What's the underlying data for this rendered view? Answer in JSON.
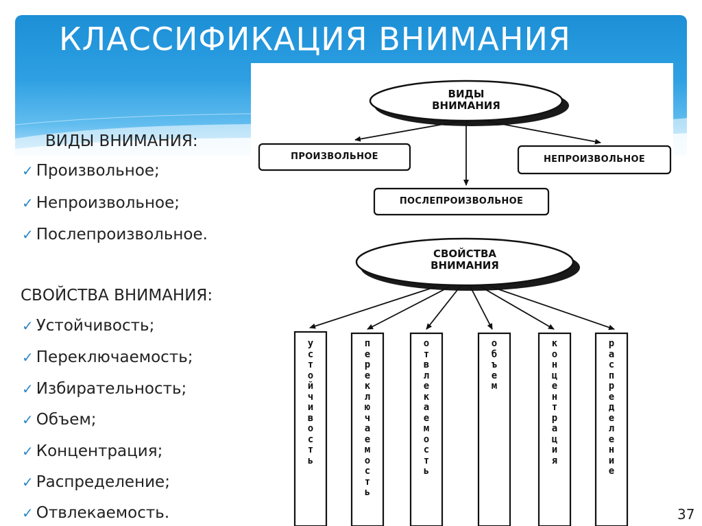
{
  "title": "КЛАССИФИКАЦИЯ ВНИМАНИЯ",
  "left": {
    "types_heading": "ВИДЫ ВНИМАНИЯ:",
    "types": [
      "Произвольное;",
      "Непроизвольное;",
      "Послепроизвольное."
    ],
    "props_heading": "СВОЙСТВА ВНИМАНИЯ:",
    "props": [
      "Устойчивость;",
      "Переключаемость;",
      "Избирательность;",
      "Объем;",
      "Концентрация;",
      "Распределение;",
      "Отвлекаемость."
    ]
  },
  "diagram": {
    "types_node": {
      "line1": "ВИДЫ",
      "line2": "ВНИМАНИЯ"
    },
    "voluntary": "ПРОИЗВОЛЬНОЕ",
    "involuntary": "НЕПРОИЗВОЛЬНОЕ",
    "postvoluntary": "ПОСЛЕПРОИЗВОЛЬНОЕ",
    "props_node": {
      "line1": "СВОЙСТВА",
      "line2": "ВНИМАНИЯ"
    },
    "columns": [
      "устойчивость",
      "переключаемость",
      "отвлекаемость",
      "объем",
      "концентрация",
      "распределение"
    ]
  },
  "page_number": "37"
}
